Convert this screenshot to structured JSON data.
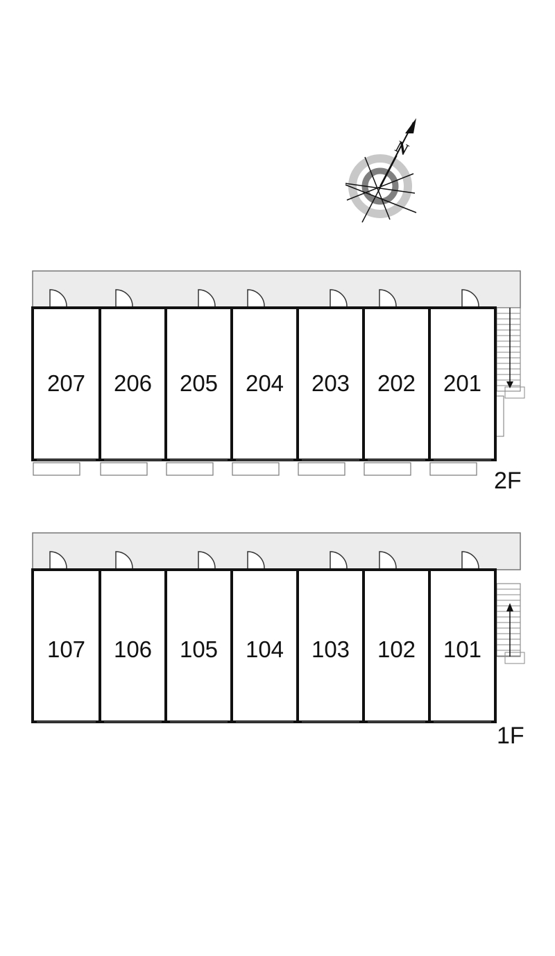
{
  "compass": {
    "label": "N",
    "icon": "compass-north-icon"
  },
  "floors": [
    {
      "label": "2F",
      "units": [
        "207",
        "206",
        "205",
        "204",
        "203",
        "202",
        "201"
      ],
      "stairs_direction": "down"
    },
    {
      "label": "1F",
      "units": [
        "107",
        "106",
        "105",
        "104",
        "103",
        "102",
        "101"
      ],
      "stairs_direction": "up"
    }
  ],
  "colors": {
    "wall": "#111111",
    "corridor": "#ececec",
    "compass_light": "#c8c8c8",
    "compass_dark": "#808080"
  }
}
